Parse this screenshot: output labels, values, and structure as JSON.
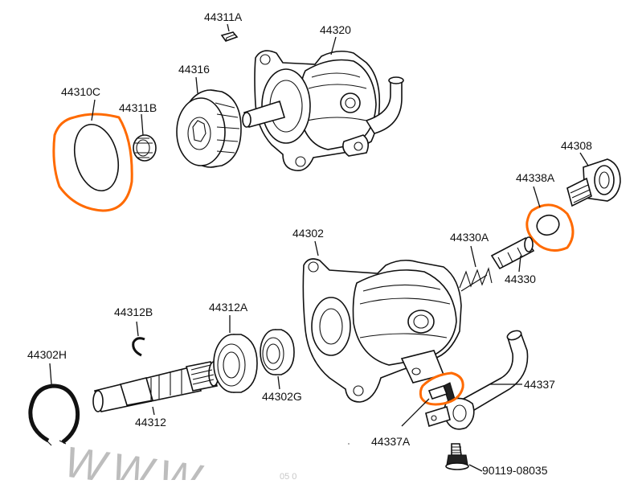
{
  "highlight_color": "#ff6a00",
  "labels": {
    "p44311A": "44311A",
    "p44320": "44320",
    "p44316": "44316",
    "p44310C": "44310C",
    "p44311B": "44311B",
    "p44308": "44308",
    "p44338A": "44338A",
    "p44302": "44302",
    "p44330A": "44330A",
    "p44330": "44330",
    "p44312B": "44312B",
    "p44312A": "44312A",
    "p44302H": "44302H",
    "p44312": "44312",
    "p44302G": "44302G",
    "p44337": "44337",
    "p44337A": "44337A",
    "p90119": "90119-08035"
  },
  "watermark": {
    "text": "WWW.",
    "small": "05 0"
  },
  "icons": {
    "snap_ring": "snap-ring-icon",
    "bearing": "ball-bearing-icon",
    "shaft": "splined-shaft-icon",
    "spring": "coil-spring-icon",
    "bolt": "bolt-icon"
  }
}
